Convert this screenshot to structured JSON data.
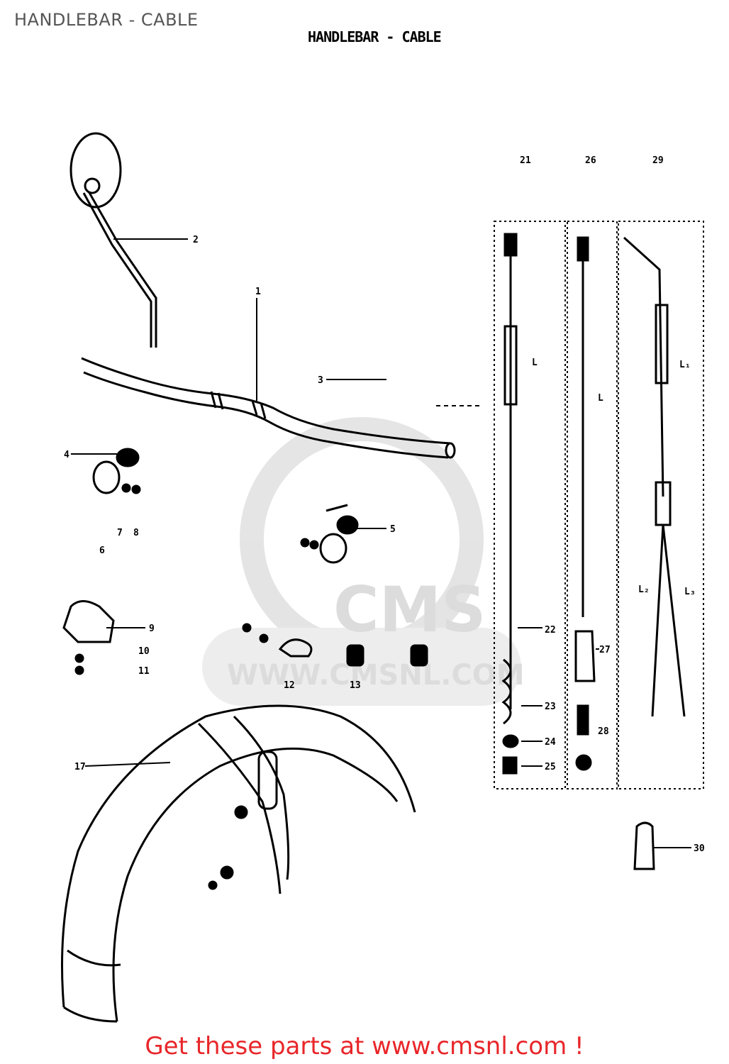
{
  "header": {
    "page_title": "HANDLEBAR - CABLE"
  },
  "diagram": {
    "title": "HANDLEBAR - CABLE",
    "callouts": [
      "1",
      "2",
      "3",
      "4",
      "5",
      "6",
      "7",
      "8",
      "9",
      "10",
      "11",
      "12",
      "13",
      "17",
      "21",
      "22",
      "23",
      "24",
      "25",
      "26",
      "27",
      "28",
      "29",
      "30",
      "L",
      "L₁",
      "L₂",
      "L₃"
    ]
  },
  "watermark": {
    "brand": "CMS",
    "url": "WWW.CMSNL.COM"
  },
  "footer": {
    "link_text": "Get these parts at www.cmsnl.com !"
  },
  "colors": {
    "footer_link": "#e8262a",
    "line_art": "#000000",
    "watermark": "#d9d9d9"
  }
}
